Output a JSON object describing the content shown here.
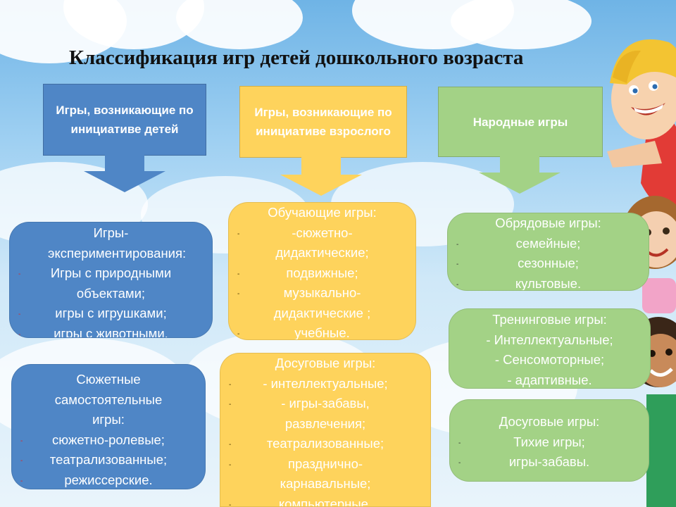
{
  "title": "Классификация игр детей дошкольного возраста",
  "columns": [
    {
      "header": "Игры, возникающие по инициативе детей",
      "color": "#4f86c6",
      "cards": [
        {
          "heading": "Игры- экспериментирования:",
          "items": [
            "Игры с природными объектами;",
            "игры с игрушками;",
            "игры с животными."
          ]
        },
        {
          "heading": "Сюжетные самостоятельные игры:",
          "items": [
            "сюжетно-ролевые;",
            "театрализованные;",
            "режиссерские."
          ]
        }
      ]
    },
    {
      "header": "Игры, возникающие по инициативе взрослого",
      "color": "#fed35c",
      "cards": [
        {
          "heading": "Обучающие игры:",
          "items": [
            "-сюжетно- дидактические;",
            "подвижные;",
            "музыкально- дидактические ;",
            "учебные."
          ]
        },
        {
          "heading": "Досуговые игры:",
          "items": [
            "- интеллектуальные;",
            "- игры-забавы, развлечения;",
            "театрализованные;",
            "празднично- карнавальные;",
            "компьютерные."
          ]
        }
      ]
    },
    {
      "header": "Народные игры",
      "color": "#a3d286",
      "cards": [
        {
          "heading": "Обрядовые игры:",
          "items": [
            "семейные;",
            "сезонные;",
            "культовые."
          ]
        },
        {
          "heading": "Тренинговые игры:",
          "items": [
            "- Интеллектуальные;",
            "- Сенсомоторные;",
            "- адаптивные."
          ]
        },
        {
          "heading": "Досуговые игры:",
          "items": [
            "Тихие игры;",
            "игры-забавы."
          ]
        }
      ]
    }
  ]
}
